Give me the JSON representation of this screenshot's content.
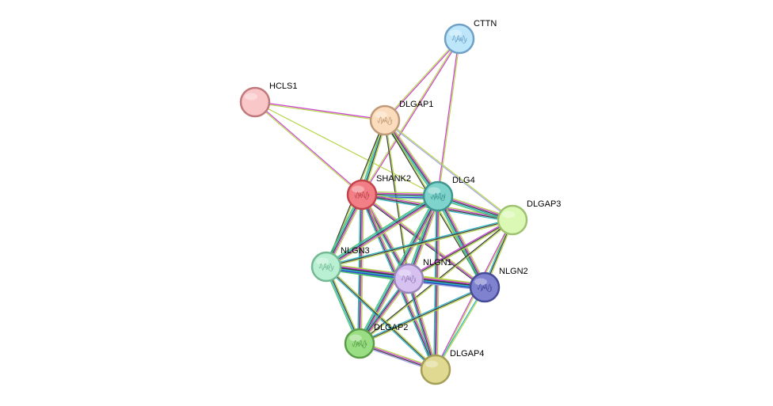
{
  "network": {
    "nodes": [
      {
        "id": "CTTN",
        "label": "CTTN",
        "fill": "#bde6fb",
        "stroke": "#6fa1c6",
        "has_structure": true
      },
      {
        "id": "HCLS1",
        "label": "HCLS1",
        "fill": "#f9c7c8",
        "stroke": "#c0797c",
        "has_structure": false
      },
      {
        "id": "DLGAP1",
        "label": "DLGAP1",
        "fill": "#fbdcbc",
        "stroke": "#c09a78",
        "has_structure": true
      },
      {
        "id": "SHANK2",
        "label": "SHANK2",
        "fill": "#f27f85",
        "stroke": "#c2434b",
        "has_structure": true
      },
      {
        "id": "DLG4",
        "label": "DLG4",
        "fill": "#7fd3cd",
        "stroke": "#3f9690",
        "has_structure": true
      },
      {
        "id": "DLGAP3",
        "label": "DLGAP3",
        "fill": "#dbf9b5",
        "stroke": "#9fc271",
        "has_structure": false
      },
      {
        "id": "NLGN3",
        "label": "NLGN3",
        "fill": "#b9efd2",
        "stroke": "#74b894",
        "has_structure": true
      },
      {
        "id": "NLGN1",
        "label": "NLGN1",
        "fill": "#d6c1f1",
        "stroke": "#9a85bb",
        "has_structure": true
      },
      {
        "id": "NLGN2",
        "label": "NLGN2",
        "fill": "#7f82cf",
        "stroke": "#464b98",
        "has_structure": true
      },
      {
        "id": "DLGAP2",
        "label": "DLGAP2",
        "fill": "#9ade84",
        "stroke": "#5a9d48",
        "has_structure": true
      },
      {
        "id": "DLGAP4",
        "label": "DLGAP4",
        "fill": "#dfd992",
        "stroke": "#a49e56",
        "has_structure": false
      }
    ],
    "edges": [
      {
        "source": "CTTN",
        "target": "DLGAP1",
        "colors": [
          "#c93fd1",
          "#b6d64a"
        ]
      },
      {
        "source": "CTTN",
        "target": "SHANK2",
        "colors": [
          "#c93fd1",
          "#b6d64a"
        ]
      },
      {
        "source": "CTTN",
        "target": "DLG4",
        "colors": [
          "#b6d64a",
          "#c93fd1"
        ]
      },
      {
        "source": "HCLS1",
        "target": "DLGAP1",
        "colors": [
          "#c93fd1",
          "#b6d64a"
        ]
      },
      {
        "source": "HCLS1",
        "target": "SHANK2",
        "colors": [
          "#c93fd1",
          "#b6d64a"
        ]
      },
      {
        "source": "HCLS1",
        "target": "DLG4",
        "colors": [
          "#b6d64a"
        ]
      },
      {
        "source": "DLGAP1",
        "target": "SHANK2",
        "colors": [
          "#b6d64a",
          "#3a3a3a",
          "#2bb6c4",
          "#4ec36f"
        ]
      },
      {
        "source": "DLGAP1",
        "target": "DLG4",
        "colors": [
          "#b6d64a",
          "#c93fd1",
          "#3a3a3a",
          "#2bb6c4",
          "#4ec36f"
        ]
      },
      {
        "source": "DLGAP1",
        "target": "DLGAP3",
        "colors": [
          "#b6d64a",
          "#a3a3e6"
        ]
      },
      {
        "source": "DLGAP1",
        "target": "NLGN3",
        "colors": [
          "#b6d64a",
          "#3a3a3a"
        ]
      },
      {
        "source": "DLGAP1",
        "target": "NLGN1",
        "colors": [
          "#b6d64a",
          "#3a3a3a"
        ]
      },
      {
        "source": "DLGAP1",
        "target": "NLGN2",
        "colors": [
          "#b6d64a",
          "#3a3a3a"
        ]
      },
      {
        "source": "SHANK2",
        "target": "DLG4",
        "colors": [
          "#b6d64a",
          "#c93fd1",
          "#3a3a3a",
          "#2bb6c4",
          "#3444d0",
          "#4ec36f"
        ]
      },
      {
        "source": "SHANK2",
        "target": "DLGAP3",
        "colors": [
          "#b6d64a",
          "#c93fd1",
          "#3a3a3a",
          "#2bb6c4"
        ]
      },
      {
        "source": "SHANK2",
        "target": "NLGN3",
        "colors": [
          "#b6d64a",
          "#c93fd1",
          "#3a3a3a",
          "#2bb6c4",
          "#4ec36f"
        ]
      },
      {
        "source": "SHANK2",
        "target": "NLGN1",
        "colors": [
          "#b6d64a",
          "#c93fd1",
          "#3a3a3a",
          "#2bb6c4"
        ]
      },
      {
        "source": "SHANK2",
        "target": "NLGN2",
        "colors": [
          "#b6d64a",
          "#c93fd1",
          "#3a3a3a"
        ]
      },
      {
        "source": "SHANK2",
        "target": "DLGAP2",
        "colors": [
          "#b6d64a",
          "#c93fd1",
          "#3a3a3a",
          "#2bb6c4"
        ]
      },
      {
        "source": "SHANK2",
        "target": "DLGAP4",
        "colors": [
          "#b6d64a",
          "#c93fd1",
          "#3a3a3a",
          "#2bb6c4"
        ]
      },
      {
        "source": "DLG4",
        "target": "DLGAP3",
        "colors": [
          "#b6d64a",
          "#c93fd1",
          "#3a3a3a",
          "#2bb6c4",
          "#4ec36f"
        ]
      },
      {
        "source": "DLG4",
        "target": "NLGN3",
        "colors": [
          "#b6d64a",
          "#c93fd1",
          "#3a3a3a",
          "#2bb6c4",
          "#4ec36f"
        ]
      },
      {
        "source": "DLG4",
        "target": "NLGN1",
        "colors": [
          "#b6d64a",
          "#c93fd1",
          "#3a3a3a",
          "#2bb6c4",
          "#4ec36f"
        ]
      },
      {
        "source": "DLG4",
        "target": "NLGN2",
        "colors": [
          "#b6d64a",
          "#c93fd1",
          "#3a3a3a",
          "#2bb6c4",
          "#4ec36f"
        ]
      },
      {
        "source": "DLG4",
        "target": "DLGAP2",
        "colors": [
          "#b6d64a",
          "#c93fd1",
          "#3a3a3a",
          "#2bb6c4",
          "#4ec36f"
        ]
      },
      {
        "source": "DLG4",
        "target": "DLGAP4",
        "colors": [
          "#b6d64a",
          "#c93fd1",
          "#3a3a3a",
          "#2bb6c4"
        ]
      },
      {
        "source": "DLGAP3",
        "target": "NLGN3",
        "colors": [
          "#b6d64a",
          "#3a3a3a",
          "#2bb6c4"
        ]
      },
      {
        "source": "DLGAP3",
        "target": "NLGN1",
        "colors": [
          "#b6d64a",
          "#3a3a3a",
          "#c93fd1"
        ]
      },
      {
        "source": "DLGAP3",
        "target": "NLGN2",
        "colors": [
          "#b6d64a",
          "#3a3a3a",
          "#2bb6c4"
        ]
      },
      {
        "source": "DLGAP3",
        "target": "DLGAP2",
        "colors": [
          "#b6d64a",
          "#3a3a3a"
        ]
      },
      {
        "source": "DLGAP3",
        "target": "DLGAP4",
        "colors": [
          "#b6d64a",
          "#c93fd1"
        ]
      },
      {
        "source": "NLGN3",
        "target": "NLGN1",
        "colors": [
          "#b6d64a",
          "#c93fd1",
          "#3a3a3a",
          "#2bb6c4",
          "#3444d0",
          "#4ec36f"
        ]
      },
      {
        "source": "NLGN3",
        "target": "NLGN2",
        "colors": [
          "#b6d64a",
          "#c93fd1",
          "#3a3a3a",
          "#2bb6c4",
          "#3444d0",
          "#4ec36f"
        ]
      },
      {
        "source": "NLGN3",
        "target": "DLGAP2",
        "colors": [
          "#b6d64a",
          "#3a3a3a",
          "#2bb6c4",
          "#4ec36f"
        ]
      },
      {
        "source": "NLGN3",
        "target": "DLGAP4",
        "colors": [
          "#b6d64a",
          "#3a3a3a",
          "#2bb6c4"
        ]
      },
      {
        "source": "NLGN1",
        "target": "NLGN2",
        "colors": [
          "#b6d64a",
          "#c93fd1",
          "#3a3a3a",
          "#2bb6c4",
          "#3444d0",
          "#a3a3e6"
        ]
      },
      {
        "source": "NLGN1",
        "target": "DLGAP2",
        "colors": [
          "#b6d64a",
          "#c93fd1",
          "#3a3a3a",
          "#2bb6c4"
        ]
      },
      {
        "source": "NLGN1",
        "target": "DLGAP4",
        "colors": [
          "#b6d64a",
          "#c93fd1",
          "#3a3a3a",
          "#2bb6c4"
        ]
      },
      {
        "source": "NLGN2",
        "target": "DLGAP2",
        "colors": [
          "#b6d64a",
          "#3a3a3a",
          "#2bb6c4"
        ]
      },
      {
        "source": "NLGN2",
        "target": "DLGAP4",
        "colors": [
          "#b6d64a",
          "#2bb6c4"
        ]
      },
      {
        "source": "DLGAP2",
        "target": "DLGAP4",
        "colors": [
          "#b6d64a",
          "#c93fd1",
          "#3a3a3a",
          "#a3a3e6"
        ]
      }
    ]
  }
}
